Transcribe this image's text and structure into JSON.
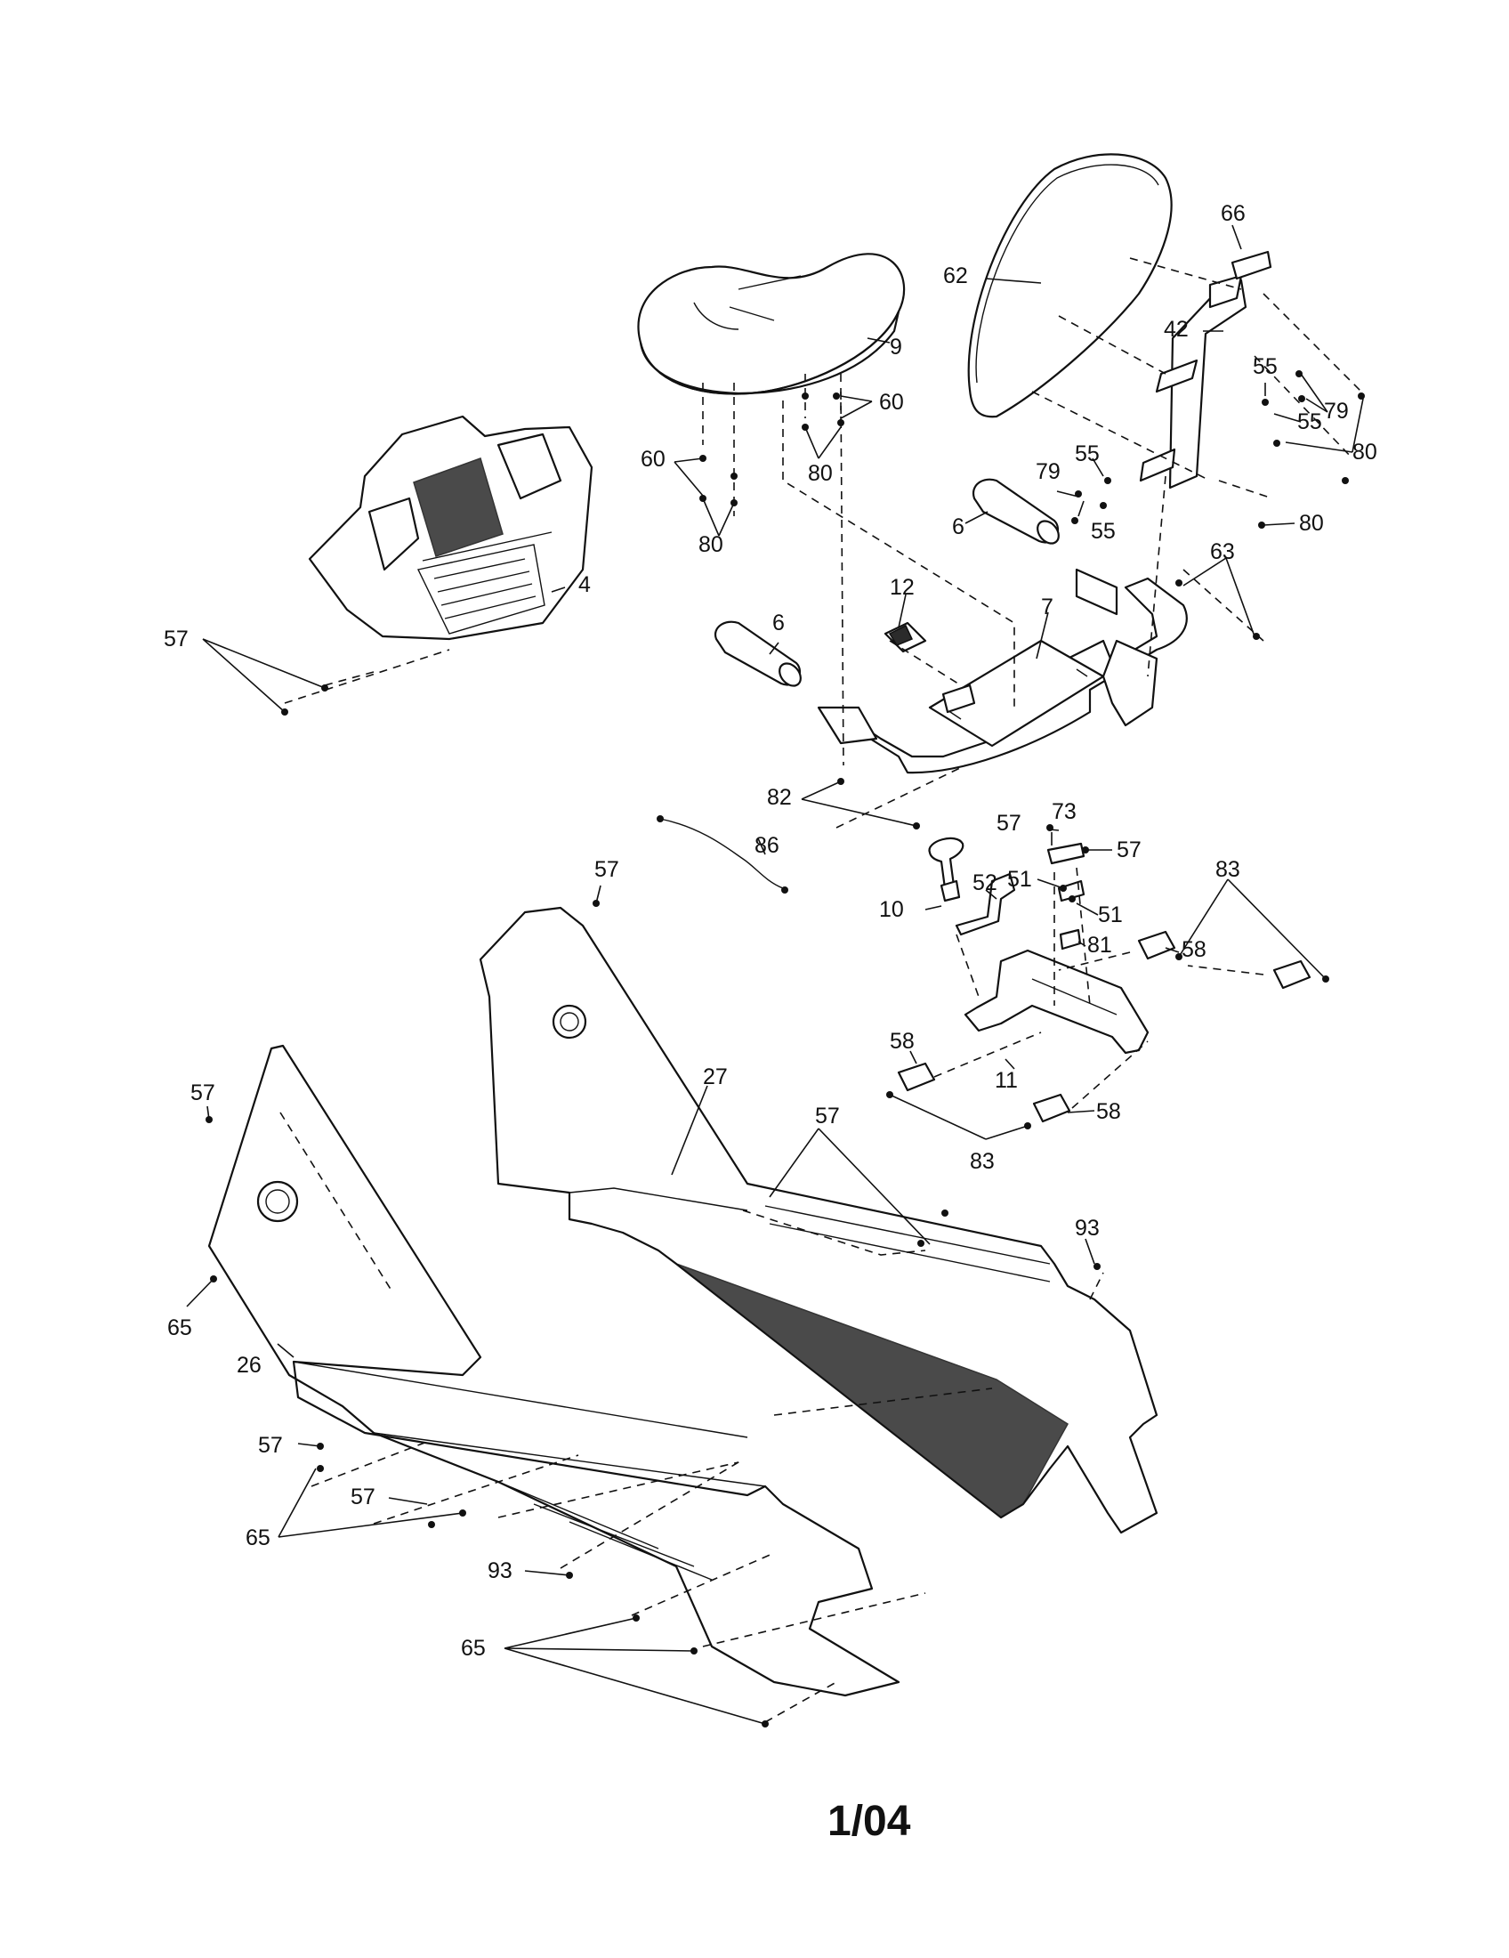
{
  "page_number": "1/04",
  "callouts": {
    "c66": "66",
    "c62": "62",
    "c42": "42",
    "c55a": "55",
    "c79a": "79",
    "c55b": "55",
    "c80a": "80",
    "c79b": "79",
    "c55c": "55",
    "c55d": "55",
    "c80b": "80",
    "c9": "9",
    "c60a": "60",
    "c60b": "60",
    "c80c": "80",
    "c80d": "80",
    "c6a": "6",
    "c63": "63",
    "c12": "12",
    "c7": "7",
    "c6b": "6",
    "c4": "4",
    "c57a": "57",
    "c82": "82",
    "c86": "86",
    "c57b": "57",
    "c73": "73",
    "c57c": "57",
    "c57d": "57",
    "c51a": "51",
    "c52": "52",
    "c10": "10",
    "c51b": "51",
    "c81": "81",
    "c83a": "83",
    "c58a": "58",
    "c58b": "58",
    "c11": "11",
    "c58c": "58",
    "c83b": "83",
    "c57e": "57",
    "c27": "27",
    "c57f": "57",
    "c93a": "93",
    "c65a": "65",
    "c26": "26",
    "c57g": "57",
    "c57h": "57",
    "c65b": "65",
    "c93b": "93",
    "c65c": "65"
  }
}
